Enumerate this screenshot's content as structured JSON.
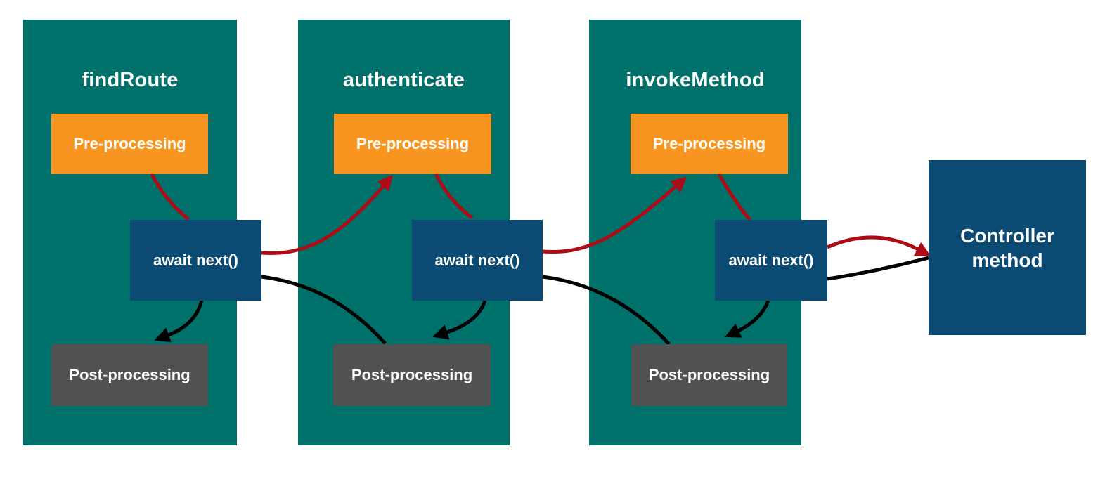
{
  "diagram": {
    "type": "middleware-pipeline-flow",
    "background": "#ffffff"
  },
  "columns": [
    {
      "title": "findRoute",
      "pre_label": "Pre-processing",
      "await_label": "await next()",
      "post_label": "Post-processing"
    },
    {
      "title": "authenticate",
      "pre_label": "Pre-processing",
      "await_label": "await next()",
      "post_label": "Post-processing"
    },
    {
      "title": "invokeMethod",
      "pre_label": "Pre-processing",
      "await_label": "await next()",
      "post_label": "Post-processing"
    }
  ],
  "controller": {
    "label": "Controller method"
  },
  "colors": {
    "column_bg": "#00716A",
    "pre_box_bg": "#F89420",
    "await_box_bg": "#0A4A73",
    "post_box_bg": "#515151",
    "controller_bg": "#0A4A73",
    "request_arrow": "#AD0C16",
    "response_arrow": "#000000",
    "label_text": "#FFFFFF"
  },
  "arrows": [
    {
      "kind": "request",
      "color": "#AD0C16",
      "from": "findRoute Pre-processing",
      "to": "findRoute await next()",
      "arrowhead": false
    },
    {
      "kind": "request",
      "color": "#AD0C16",
      "from": "findRoute await next()",
      "to": "authenticate Pre-processing",
      "arrowhead": true
    },
    {
      "kind": "request",
      "color": "#AD0C16",
      "from": "authenticate Pre-processing",
      "to": "authenticate await next()",
      "arrowhead": false
    },
    {
      "kind": "request",
      "color": "#AD0C16",
      "from": "authenticate await next()",
      "to": "invokeMethod Pre-processing",
      "arrowhead": true
    },
    {
      "kind": "request",
      "color": "#AD0C16",
      "from": "invokeMethod Pre-processing",
      "to": "invokeMethod await next()",
      "arrowhead": false
    },
    {
      "kind": "request",
      "color": "#AD0C16",
      "from": "invokeMethod await next()",
      "to": "Controller method",
      "arrowhead": true
    },
    {
      "kind": "response",
      "color": "#000000",
      "from": "Controller method",
      "to": "invokeMethod await next()",
      "arrowhead": false
    },
    {
      "kind": "response",
      "color": "#000000",
      "from": "invokeMethod await next()",
      "to": "invokeMethod Post-processing",
      "arrowhead": true
    },
    {
      "kind": "response",
      "color": "#000000",
      "from": "invokeMethod Post-processing",
      "to": "authenticate await next()",
      "arrowhead": false
    },
    {
      "kind": "response",
      "color": "#000000",
      "from": "authenticate await next()",
      "to": "authenticate Post-processing",
      "arrowhead": true
    },
    {
      "kind": "response",
      "color": "#000000",
      "from": "authenticate Post-processing",
      "to": "findRoute await next()",
      "arrowhead": false
    },
    {
      "kind": "response",
      "color": "#000000",
      "from": "findRoute await next()",
      "to": "findRoute Post-processing",
      "arrowhead": true
    }
  ]
}
